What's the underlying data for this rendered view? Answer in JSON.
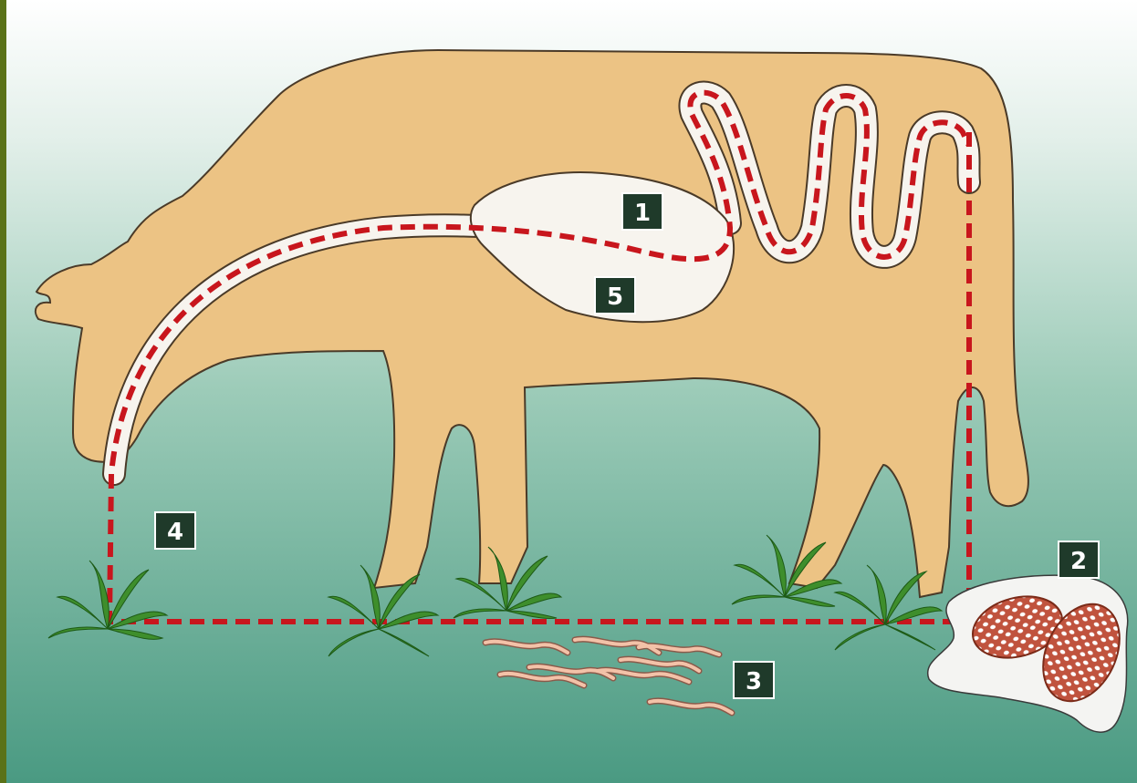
{
  "colors": {
    "cow_body": "#ecc384",
    "outline": "#4a3a28",
    "tube": "#f7f4ee",
    "path_dash": "#c8161d",
    "label_box": "#1f3a2a",
    "label_text": "#ffffff",
    "grass": "#3e8e2c",
    "cyst": "#c0533e",
    "worm": "#e8a080",
    "bg_top": "#ffffff",
    "bg_bottom": "#4a9a82",
    "left_border": "#5a7218"
  },
  "labels": [
    {
      "id": "1",
      "text": "1"
    },
    {
      "id": "2",
      "text": "2"
    },
    {
      "id": "3",
      "text": "3"
    },
    {
      "id": "4",
      "text": "4"
    },
    {
      "id": "5",
      "text": "5"
    }
  ]
}
